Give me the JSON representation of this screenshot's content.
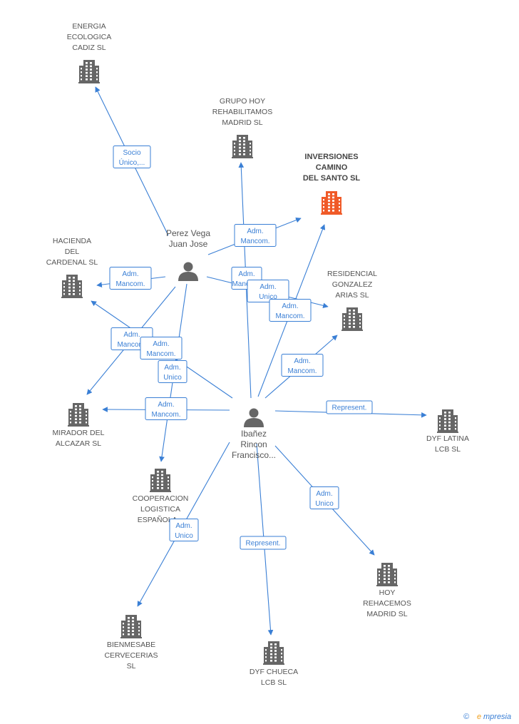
{
  "colors": {
    "edge": "#3a7fd5",
    "building": "#666666",
    "building_focus": "#f05a28",
    "person": "#666666"
  },
  "companies": [
    {
      "id": "energia",
      "lines": [
        "ENERGIA",
        "ECOLOGICA",
        "CADIZ SL"
      ],
      "focus": false
    },
    {
      "id": "grupo-hoy",
      "lines": [
        "GRUPO HOY",
        "REHABILITAMOS",
        "MADRID SL"
      ],
      "focus": false
    },
    {
      "id": "inversiones",
      "lines": [
        "INVERSIONES",
        "CAMINO",
        "DEL SANTO SL"
      ],
      "focus": true
    },
    {
      "id": "hacienda",
      "lines": [
        "HACIENDA",
        "DEL",
        "CARDENAL SL"
      ],
      "focus": false
    },
    {
      "id": "residencial",
      "lines": [
        "RESIDENCIAL",
        "GONZALEZ",
        "ARIAS SL"
      ],
      "focus": false
    },
    {
      "id": "mirador",
      "lines": [
        "MIRADOR DEL",
        "ALCAZAR SL"
      ],
      "focus": false
    },
    {
      "id": "dyf-latina",
      "lines": [
        "DYF LATINA",
        "LCB SL"
      ],
      "focus": false
    },
    {
      "id": "cooperacion",
      "lines": [
        "COOPERACION",
        "LOGISTICA",
        "ESPAÑOLA..."
      ],
      "focus": false
    },
    {
      "id": "hoy-rehacemos",
      "lines": [
        "HOY",
        "REHACEMOS",
        "MADRID SL"
      ],
      "focus": false
    },
    {
      "id": "bienmesabe",
      "lines": [
        "BIENMESABE",
        "CERVECERIAS",
        "SL"
      ],
      "focus": false
    },
    {
      "id": "dyf-chueca",
      "lines": [
        "DYF CHUECA",
        "LCB SL"
      ],
      "focus": false
    }
  ],
  "people": [
    {
      "id": "perez",
      "lines": [
        "Perez Vega",
        "Juan Jose"
      ]
    },
    {
      "id": "ibanez",
      "lines": [
        "Ibañez",
        "Rincon",
        "Francisco..."
      ]
    }
  ],
  "edges": [
    {
      "from": "perez",
      "to": "energia",
      "lines": [
        "Socio",
        "Único,..."
      ]
    },
    {
      "from": "perez",
      "to": "inversiones",
      "lines": [
        "Adm.",
        "Mancom."
      ]
    },
    {
      "from": "perez",
      "to": "hacienda",
      "lines": [
        "Adm.",
        "Mancom."
      ]
    },
    {
      "from": "perez",
      "to": "residencial",
      "lines": [
        "Adm.",
        "Mancom."
      ]
    },
    {
      "from": "perez",
      "to": "mirador",
      "lines": [
        "Adm.",
        "Mancom."
      ]
    },
    {
      "from": "perez",
      "to": "cooperacion",
      "lines": [
        "Adm.",
        "Unico"
      ]
    },
    {
      "from": "ibanez",
      "to": "grupo-hoy",
      "lines": [
        "Adm.",
        "Unico"
      ]
    },
    {
      "from": "ibanez",
      "to": "inversiones",
      "lines": [
        "Adm.",
        "Mancom."
      ]
    },
    {
      "from": "ibanez",
      "to": "hacienda",
      "lines": [
        "Adm.",
        "Mancom."
      ]
    },
    {
      "from": "ibanez",
      "to": "residencial",
      "lines": [
        "Adm.",
        "Mancom."
      ]
    },
    {
      "from": "ibanez",
      "to": "mirador",
      "lines": [
        "Adm.",
        "Mancom."
      ]
    },
    {
      "from": "ibanez",
      "to": "dyf-latina",
      "lines": [
        "Represent."
      ]
    },
    {
      "from": "ibanez",
      "to": "hoy-rehacemos",
      "lines": [
        "Adm.",
        "Unico"
      ]
    },
    {
      "from": "ibanez",
      "to": "bienmesabe",
      "lines": [
        "Adm.",
        "Unico"
      ]
    },
    {
      "from": "ibanez",
      "to": "dyf-chueca",
      "lines": [
        "Represent."
      ]
    }
  ],
  "watermark": {
    "symbol": "©",
    "brand": "mpresia",
    "brand_initial": "e"
  }
}
